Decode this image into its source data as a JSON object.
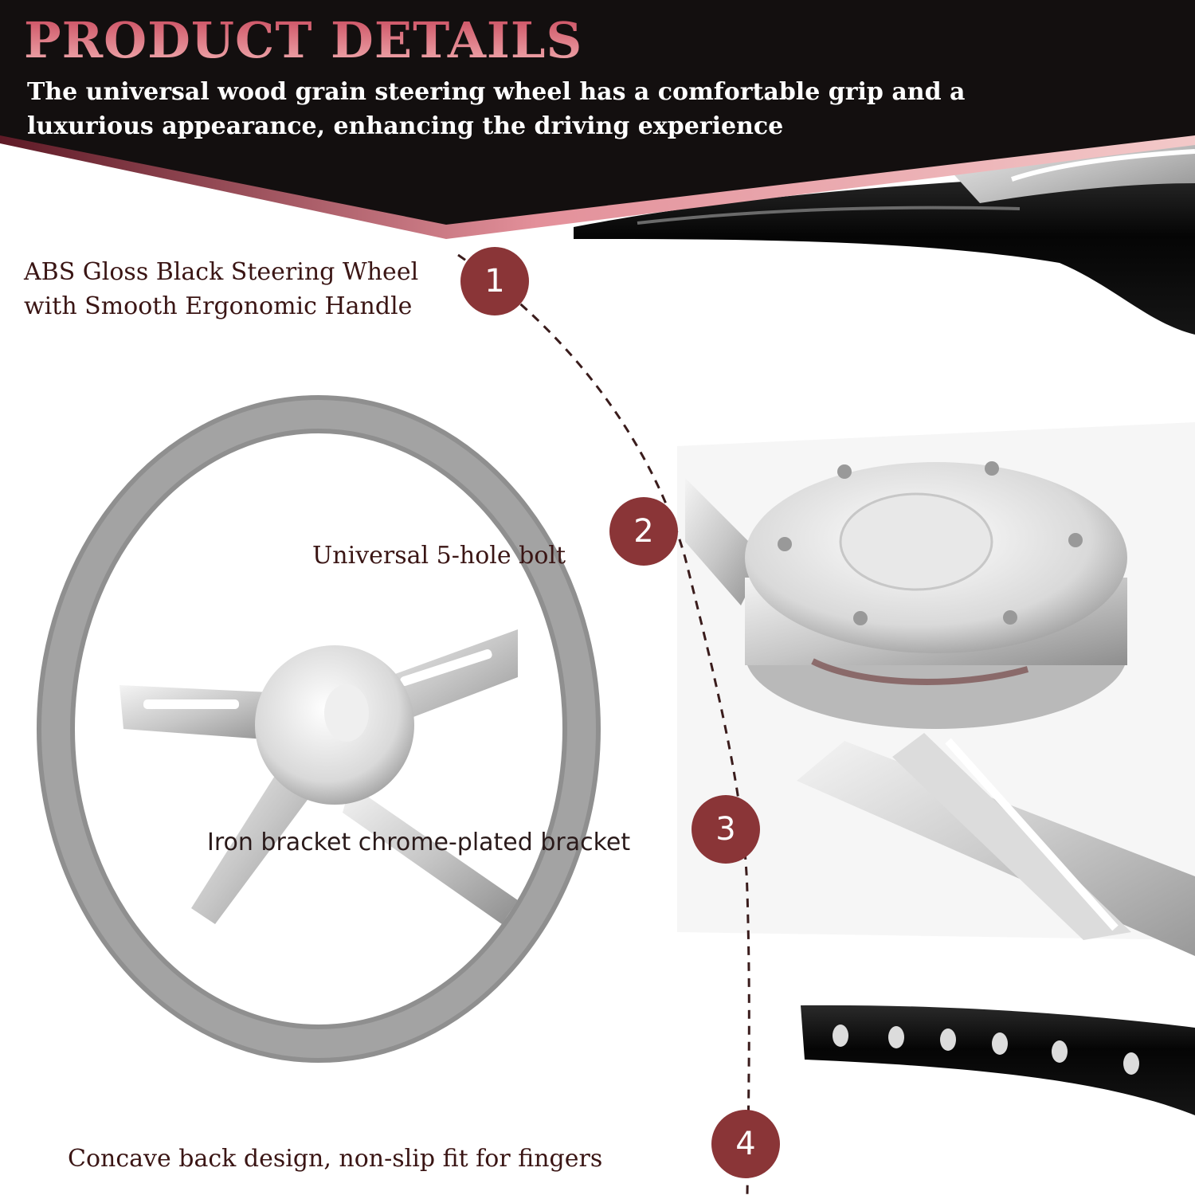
{
  "header": {
    "title": "PRODUCT DETAILS",
    "subtitle": "The universal wood grain steering wheel has a comfortable grip and a luxurious appearance, enhancing the driving experience"
  },
  "callouts": [
    {
      "number": "1",
      "text_line1": "ABS Gloss Black Steering Wheel",
      "text_line2": "with Smooth Ergonomic Handle"
    },
    {
      "number": "2",
      "text": "Universal 5-hole bolt"
    },
    {
      "number": "3",
      "text": "Iron bracket chrome-plated bracket"
    },
    {
      "number": "4",
      "text": "Concave back design, non-slip fit for fingers"
    }
  ],
  "colors": {
    "badge": "#8a3537",
    "header_bg": "#130f0f",
    "title_gradient": [
      "#c8465a",
      "#f3b2b4"
    ],
    "callout_text": "#3a1514"
  }
}
